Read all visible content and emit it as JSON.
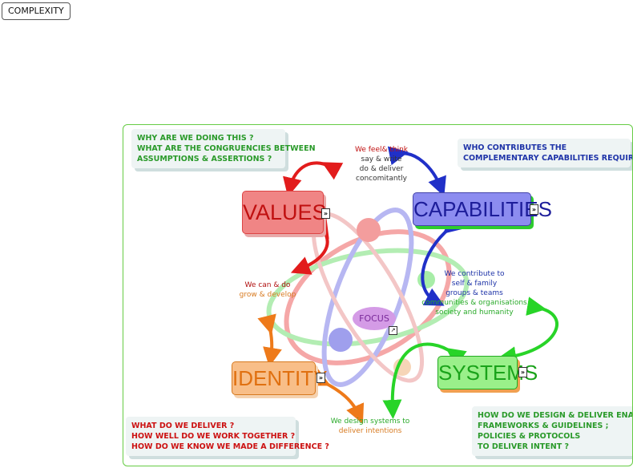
{
  "tag": "COMPLEXITY",
  "questions": {
    "why": [
      "WHY ARE WE DOING THIS ?",
      "WHAT ARE THE CONGRUENCIES BETWEEN",
      "ASSUMPTIONS & ASSERTIONS ?"
    ],
    "who": [
      "WHO CONTRIBUTES THE",
      "COMPLEMENTARY CAPABILITIES REQUIRED ?"
    ],
    "what": [
      "WHAT DO WE DELIVER ?",
      "HOW WELL DO WE WORK TOGETHER ?",
      "HOW DO WE KNOW WE MADE A DIFFERENCE ?"
    ],
    "how": [
      "HOW DO WE DESIGN & DELIVER ENABLING",
      "FRAMEWORKS & GUIDELINES ;",
      "POLICIES & PROTOCOLS",
      "TO DELIVER INTENT ?"
    ]
  },
  "nodes": {
    "values": "VALUES",
    "capabilities": "CAPABILITIES",
    "identity": "IDENTITY",
    "systems": "SYSTEMS",
    "focus": "FOCUS",
    "expander_glyph": "»",
    "focus_link_glyph": "↗"
  },
  "notes": {
    "feel": [
      "We feel& think",
      "say & write",
      "do & deliver",
      "concomitantly"
    ],
    "can": [
      "We can & do",
      "grow & develop"
    ],
    "contribute": [
      "We contribute to",
      "self & family",
      "groups & teams",
      "communities & organisations",
      "society and humanity"
    ],
    "design": [
      "We design systems to",
      "deliver intentions"
    ]
  },
  "colors": {
    "values": "#f08585",
    "capabilities": "#8c8cf0",
    "identity": "#f8be88",
    "systems": "#9af08a",
    "frame": "#66cc44"
  }
}
